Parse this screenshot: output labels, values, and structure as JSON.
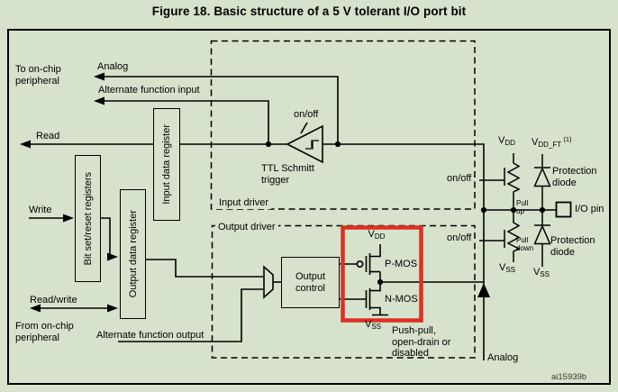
{
  "title": "Figure 18. Basic structure of a 5 V tolerant I/O port bit",
  "watermark": "ai15939b",
  "left": {
    "to_on_chip_peripheral": "To on-chip peripheral",
    "from_on_chip_peripheral": "From on-chip peripheral",
    "analog": "Analog",
    "alternate_function_input": "Alternate function input",
    "read": "Read",
    "write": "Write",
    "read_write": "Read/write",
    "alternate_function_output": "Alternate function output"
  },
  "registers": {
    "input_data_register": "Input data register",
    "bit_set_reset_registers": "Bit set/reset registers",
    "output_data_register": "Output data register"
  },
  "input_driver": {
    "label": "Input driver",
    "schmitt_on_off": "on/off",
    "schmitt_trigger": "TTL Schmitt trigger"
  },
  "output_driver": {
    "label": "Output driver",
    "output_control": "Output control",
    "pmos": "P-MOS",
    "nmos": "N-MOS",
    "vdd": {
      "base": "V",
      "sub": "DD"
    },
    "vss": {
      "base": "V",
      "sub": "SS"
    },
    "note": "Push-pull, open-drain or disabled"
  },
  "pin_stage": {
    "pull_up_on_off": "on/off",
    "pull_down_on_off": "on/off",
    "vdd": {
      "base": "V",
      "sub": "DD"
    },
    "vdd_ft": {
      "base": "V",
      "sub": "DD_FT",
      "sup": "(1)"
    },
    "vss_pull": {
      "base": "V",
      "sub": "SS"
    },
    "vss_diode": {
      "base": "V",
      "sub": "SS"
    },
    "pull_up": "Pull up",
    "pull_down": "Pull down",
    "protection_diode_top": "Protection diode",
    "protection_diode_bottom": "Protection diode",
    "io_pin": "I/O pin",
    "analog": "Analog"
  },
  "colors": {
    "background": "#d6e2cb",
    "line": "#000000",
    "highlight_red": "#dc3023"
  }
}
